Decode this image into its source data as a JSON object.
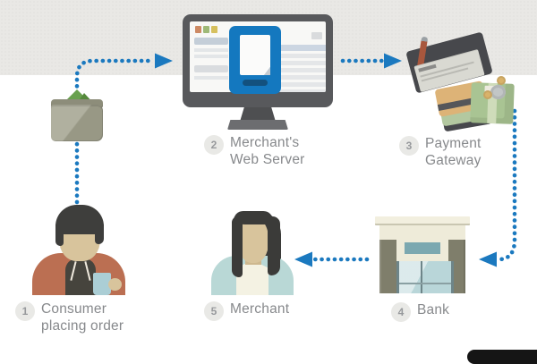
{
  "diagram": {
    "accent_color": "#1b79bf",
    "band_color": "#e9e8e5",
    "steps": [
      {
        "badge": "1",
        "line1": "Consumer",
        "line2": "placing order",
        "icon": "consumer-avatar"
      },
      {
        "badge": "2",
        "line1": "Merchant's",
        "line2": "Web Server",
        "icon": "desktop-monitor"
      },
      {
        "badge": "3",
        "line1": "Payment",
        "line2": "Gateway",
        "icon": "payment-items"
      },
      {
        "badge": "4",
        "line1": "Bank",
        "line2": "",
        "icon": "bank-building"
      },
      {
        "badge": "5",
        "line1": "Merchant",
        "line2": "",
        "icon": "merchant-avatar"
      }
    ],
    "connections": [
      {
        "from": "Consumer placing order",
        "to": "Merchant's Web Server",
        "style": "dotted-arrow"
      },
      {
        "from": "Merchant's Web Server",
        "to": "Payment Gateway",
        "style": "dotted-arrow"
      },
      {
        "from": "Payment Gateway",
        "to": "Bank",
        "style": "dotted-arrow"
      },
      {
        "from": "Bank",
        "to": "Merchant",
        "style": "dotted-arrow"
      }
    ]
  }
}
